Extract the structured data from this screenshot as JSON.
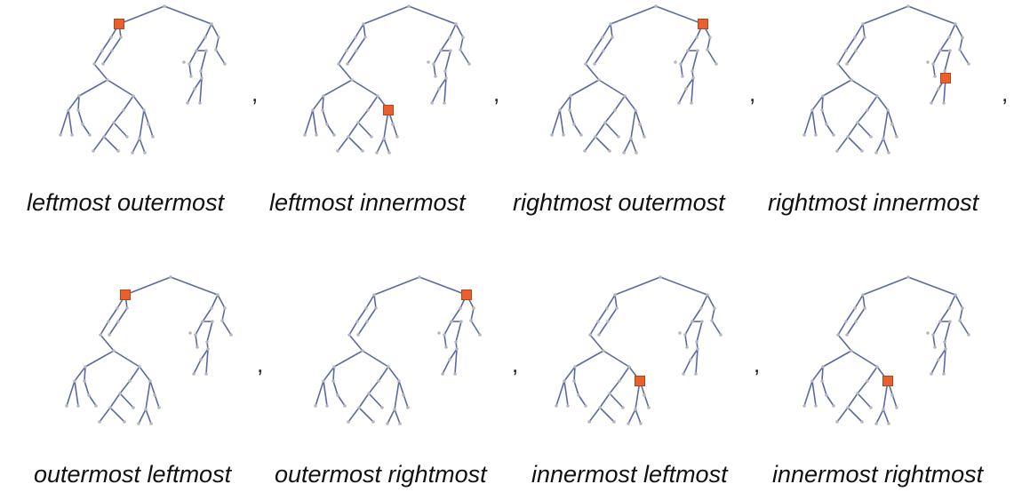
{
  "colors": {
    "edge": "#5a6aa0",
    "node": "#b7b7b7",
    "marker_fill": "#e8612c",
    "marker_stroke": "#b04516",
    "text": "#111111"
  },
  "separator": ",",
  "panels": [
    {
      "caption": "leftmost outermost",
      "marker": "L"
    },
    {
      "caption": "leftmost innermost",
      "marker": "Ltop"
    },
    {
      "caption": "rightmost outermost",
      "marker": "R"
    },
    {
      "caption": "rightmost innermost",
      "marker": "Rtop"
    },
    {
      "caption": "outermost leftmost",
      "marker": "L"
    },
    {
      "caption": "outermost rightmost",
      "marker": "R"
    },
    {
      "caption": "innermost leftmost",
      "marker": "Ltop"
    },
    {
      "caption": "innermost rightmost",
      "marker": "Ltop"
    }
  ]
}
